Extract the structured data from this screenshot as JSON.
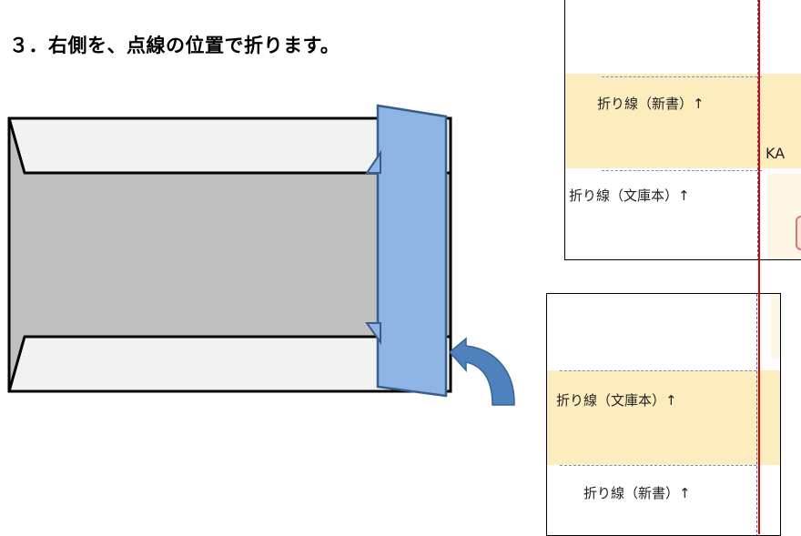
{
  "heading": "３．右側を、点線の位置で折ります。",
  "top_panel": {
    "row1_label": "折り線（新書）↑",
    "row1_text": "KA",
    "row2_label": "折り線（文庫本）↑"
  },
  "bottom_panel": {
    "row1_label": "折り線（文庫本）↑",
    "row2_label": "折り線（新書）↑"
  },
  "colors": {
    "band": "#fdedbe",
    "envelope_gray": "#c0c0c0",
    "flap_blue": "#8eb4e3",
    "arrow_blue": "#4f81bd",
    "guide_red": "#e00000"
  }
}
